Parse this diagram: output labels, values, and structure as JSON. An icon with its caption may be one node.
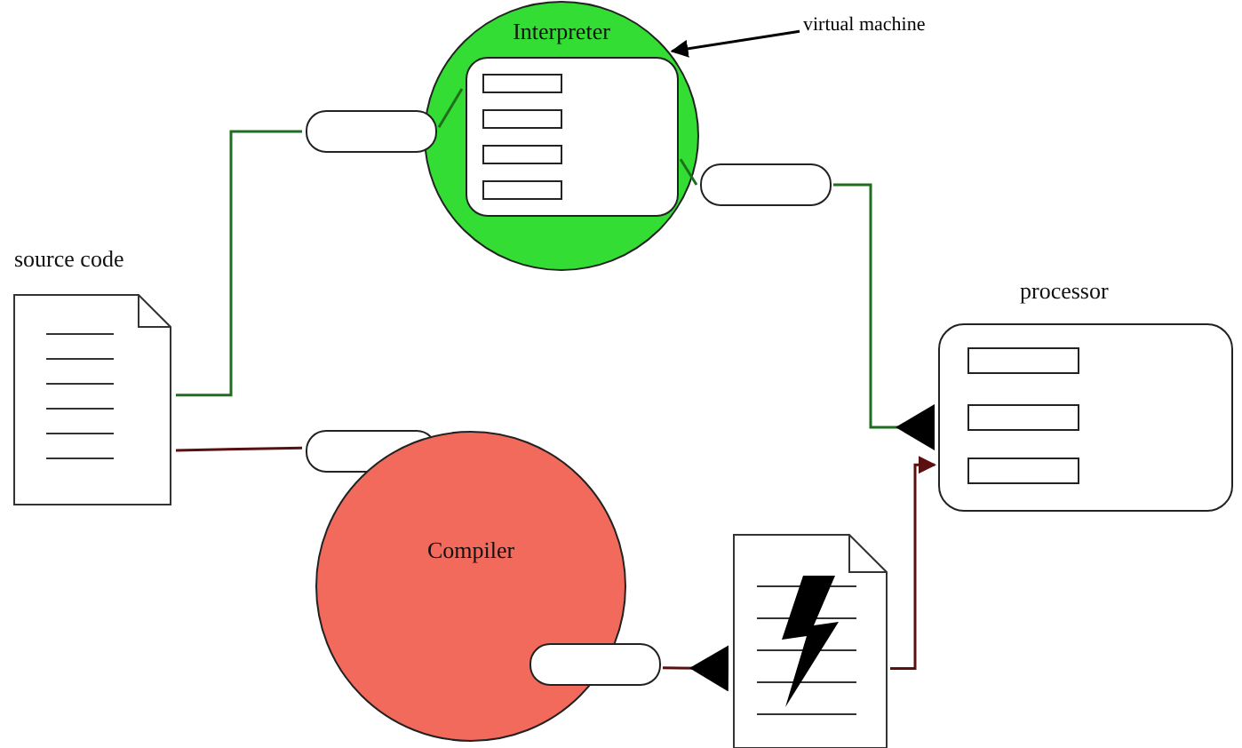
{
  "diagram": {
    "nodes": [
      {
        "text": [
          "source code"
        ]
      },
      {
        "text": [
          "Interpreter"
        ]
      },
      {
        "text": [],
        "shape": "box",
        "in": 1
      },
      {
        "text": [],
        "shape": "box"
      },
      {
        "text": [],
        "shape": "box"
      },
      {
        "text": [
          "virtual machine"
        ]
      },
      {
        "text": [
          "processor"
        ]
      },
      {
        "text": [],
        "shape": "box"
      },
      {
        "text": [
          "Compiler"
        ]
      },
      {
        "text": [],
        "shape": "box"
      },
      {
        "text": [],
        "shape": "document"
      }
    ],
    "edges": [
      {
        "from": 0,
        "to": 3,
        "arrow": "none",
        "color": "#1f6e1f"
      },
      {
        "from": 3,
        "to": 2,
        "arrow": "none",
        "color": "#1f6e1f"
      },
      {
        "from": 2,
        "to": 4,
        "arrow": "none",
        "color": "#1f6e1f"
      },
      {
        "from": 4,
        "to": 6,
        "arrow": "other",
        "color": "#1f6e1f"
      },
      {
        "from": 5,
        "to": 1,
        "arrow": "to",
        "color": "#000000"
      },
      {
        "from": 0,
        "to": 7,
        "arrow": "none",
        "color": "#5a1010"
      },
      {
        "from": 9,
        "to": 10,
        "arrow": "other",
        "color": "#5a1010"
      },
      {
        "from": 10,
        "to": 6,
        "arrow": "to",
        "color": "#5a1010"
      }
    ]
  }
}
